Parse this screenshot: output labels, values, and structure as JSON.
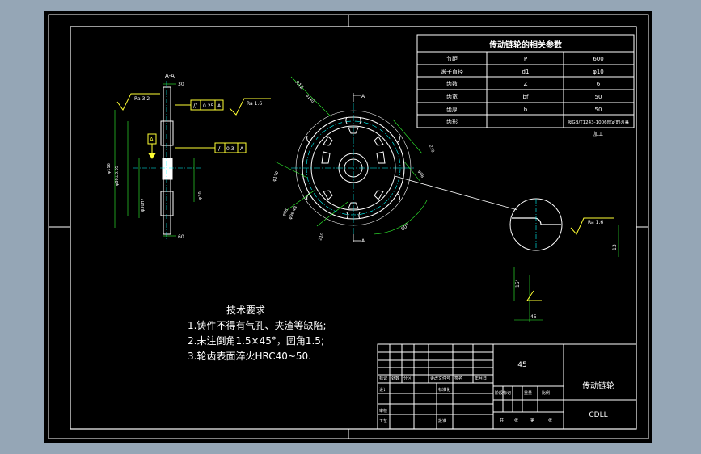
{
  "section_label": "A-A",
  "section_marks": [
    "A",
    "A"
  ],
  "datum_label": "A",
  "roughness": {
    "face": "Ra 3.2",
    "right": "Ra 1.6"
  },
  "tolerances": {
    "parallel": {
      "symbol": "//",
      "value": "0.25",
      "datum": "A"
    },
    "runout": {
      "symbol": "/",
      "value": "0.3",
      "datum": "A"
    }
  },
  "section_dims": {
    "top_width": "30",
    "bottom_width": "60",
    "outer_dia": "φ116",
    "hub_dia": "φ80±0.05",
    "bore_dia": "φ30H7",
    "shaft_dia": "φ30"
  },
  "front_dims": {
    "tip_radius": "R12",
    "tip_dia": "φ140",
    "dia_left": "φ130",
    "root_dia": "φ98",
    "pitch_dia": "φ98.48",
    "chord_left": "210",
    "chord_right": "210",
    "angle": "60°"
  },
  "detail_dims": {
    "roughness": "Ra 1.6",
    "width": "45",
    "depth": "13",
    "angle": "15°"
  },
  "param_table": {
    "title": "传动链轮的相关参数",
    "rows": [
      {
        "name": "节距",
        "symbol": "P",
        "value": "600"
      },
      {
        "name": "滚子直径",
        "symbol": "d1",
        "value": "φ10"
      },
      {
        "name": "齿数",
        "symbol": "Z",
        "value": "6"
      },
      {
        "name": "齿宽",
        "symbol": "bf",
        "value": "50"
      },
      {
        "name": "齿厚",
        "symbol": "b",
        "value": "50"
      },
      {
        "name": "齿形",
        "symbol": "",
        "value": "按GB/T1243-1006规定的刃具"
      }
    ],
    "note": "加工"
  },
  "tech_requirements": {
    "title": "技术要求",
    "items": [
      "1.铸件不得有气孔、夹渣等缺陷;",
      "2.未注倒角1.5×45°，圆角1.5;",
      "3.轮齿表面淬火HRC40~50."
    ]
  },
  "title_block": {
    "material": "45",
    "part_name": "传动链轮",
    "code": "CDLL",
    "headers": [
      "标记",
      "处数",
      "分区",
      "更改文件号",
      "签名",
      "年月日"
    ],
    "row2": [
      "设计",
      "标准化"
    ],
    "row3": [
      "审核"
    ],
    "row4": [
      "工艺",
      "批准"
    ],
    "stage_headers": [
      "阶段标记",
      "重量",
      "比例"
    ],
    "sheet_info": [
      "共",
      "张",
      "第",
      "张"
    ]
  },
  "colors": {
    "background": "#95a6b6",
    "sheet": "#000000",
    "lines": "#ffffff",
    "centerline": "#00ffff",
    "symbols": "#ffff33",
    "dimension": "#33ff33"
  }
}
